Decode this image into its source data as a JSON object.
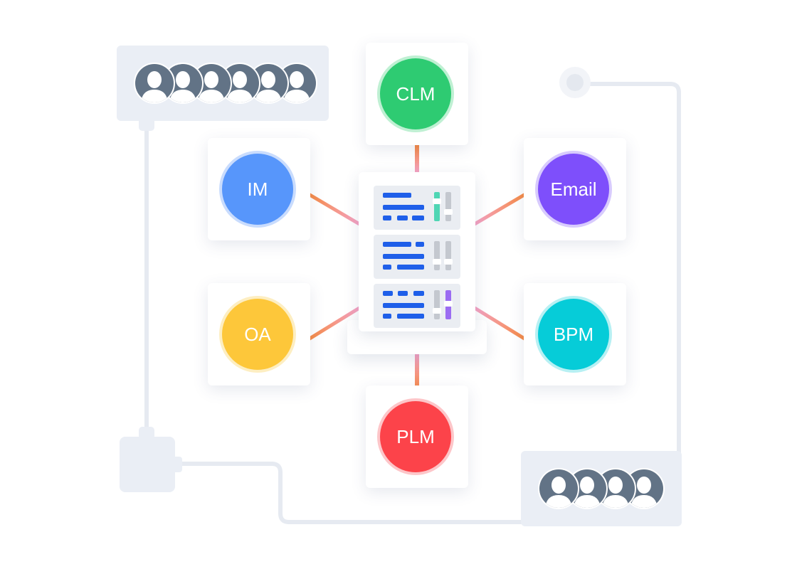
{
  "nodes": {
    "clm": {
      "label": "CLM",
      "color": "#2ecb72",
      "ring": "#bff0d3"
    },
    "im": {
      "label": "IM",
      "color": "#5796fb",
      "ring": "#c9dcfd"
    },
    "email": {
      "label": "Email",
      "color": "#7e4ffb",
      "ring": "#d8cbfd"
    },
    "oa": {
      "label": "OA",
      "color": "#fdc73a",
      "ring": "#fdeec2"
    },
    "bpm": {
      "label": "BPM",
      "color": "#06ccd8",
      "ring": "#b7f0f3"
    },
    "plm": {
      "label": "PLM",
      "color": "#fc434a",
      "ring": "#fdc6c9"
    }
  },
  "user_groups": {
    "top_left": {
      "icon": "user-icon",
      "count": 6
    },
    "bottom_right": {
      "icon": "user-icon",
      "count": 4
    }
  },
  "server": {
    "icon": "server-rack-icon",
    "row_count": 3,
    "bar_color": "#1f5fe9",
    "slider_colors": [
      "#4fd6b4",
      "#c4c8cf",
      "#9b6cf2"
    ]
  },
  "colors": {
    "link_gradient": [
      "#f6ab58",
      "#f4a3c7"
    ],
    "wire": "#e6eaf1",
    "avatar": "#627386",
    "panel": "#eaeef5"
  }
}
